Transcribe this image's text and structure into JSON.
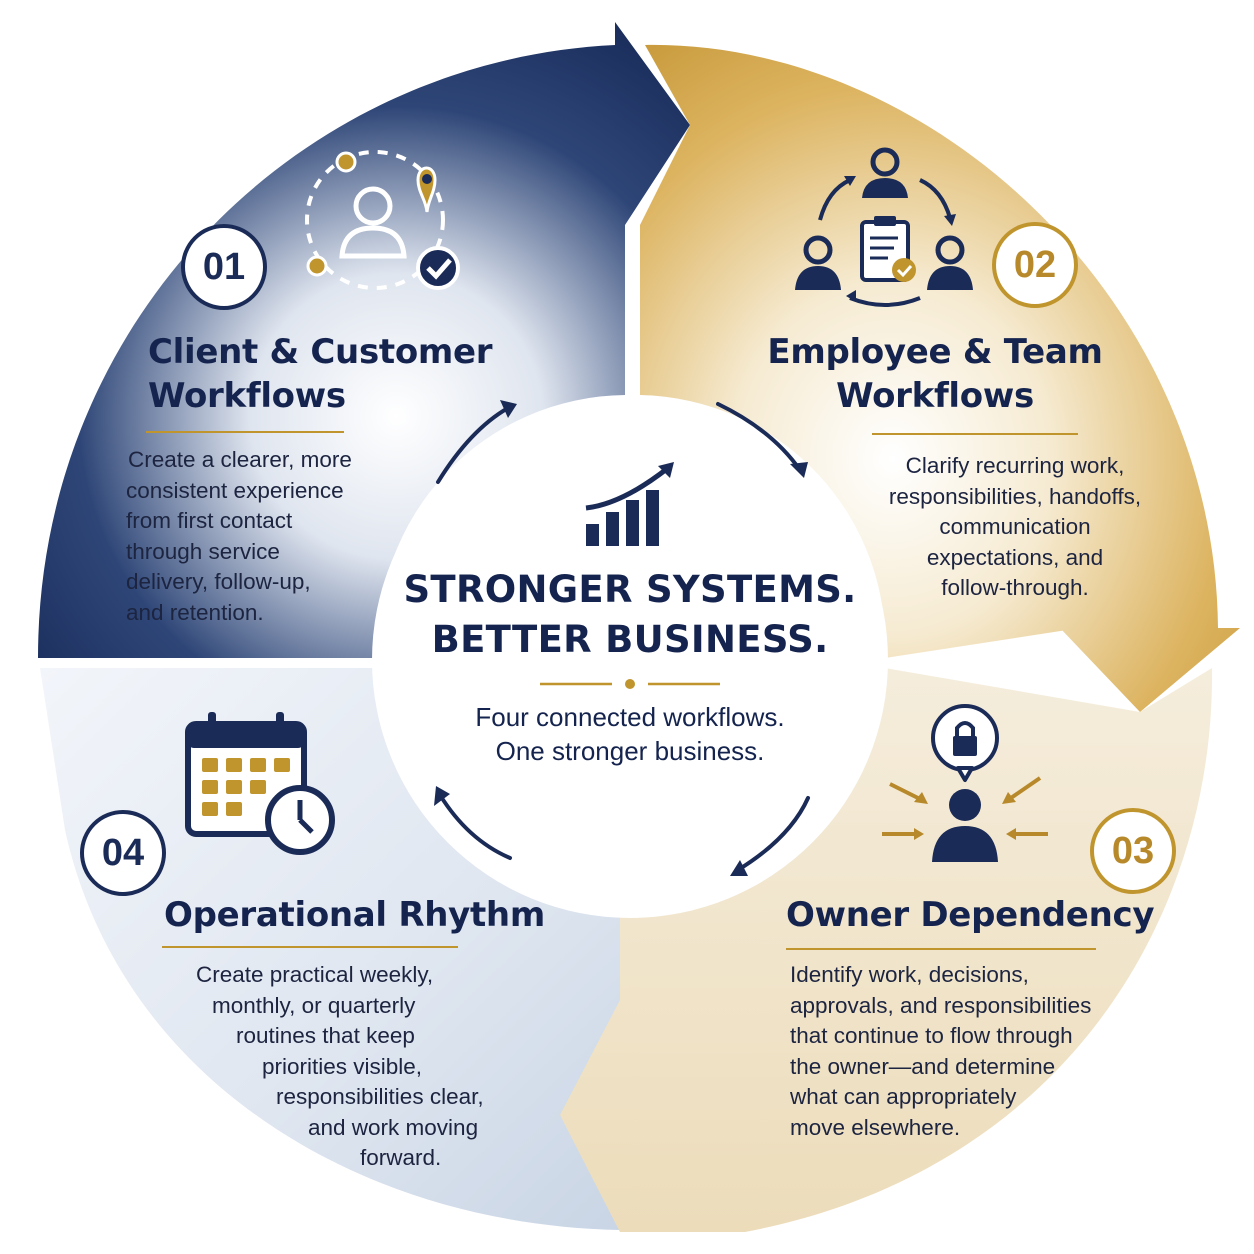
{
  "center": {
    "headline_lines": [
      "STRONGER SYSTEMS.",
      "BETTER BUSINESS."
    ],
    "subtitle_lines": [
      "Four connected workflows.",
      "One stronger business."
    ]
  },
  "segments": [
    {
      "number": "01",
      "title_lines": [
        "Client & Customer",
        "Workflows"
      ],
      "body_lines": [
        "Create a clearer, more",
        "consistent experience",
        "from first contact",
        "through service",
        "delivery, follow-up,",
        "and retention."
      ],
      "icon": "customer-journey-icon"
    },
    {
      "number": "02",
      "title_lines": [
        "Employee & Team",
        "Workflows"
      ],
      "body_lines": [
        "Clarify recurring work,",
        "responsibilities, handoffs,",
        "communication",
        "expectations, and",
        "follow-through."
      ],
      "icon": "team-handoff-icon"
    },
    {
      "number": "03",
      "title_lines": [
        "Owner Dependency"
      ],
      "body_lines": [
        "Identify work, decisions,",
        "approvals, and responsibilities",
        "that continue to flow through",
        "the owner—and determine",
        "what can appropriately",
        "move elsewhere."
      ],
      "icon": "owner-lock-icon"
    },
    {
      "number": "04",
      "title_lines": [
        "Operational Rhythm"
      ],
      "body_lines": [
        "Create practical weekly,",
        "monthly, or quarterly",
        "routines that keep",
        "priorities visible,",
        "responsibilities clear,",
        "and work moving",
        "forward."
      ],
      "icon": "calendar-clock-icon"
    }
  ],
  "colors": {
    "navy": "#1b2b57",
    "gold": "#c0952e",
    "gold_light": "#f1e6cf",
    "blue_light": "#d5dfec"
  }
}
